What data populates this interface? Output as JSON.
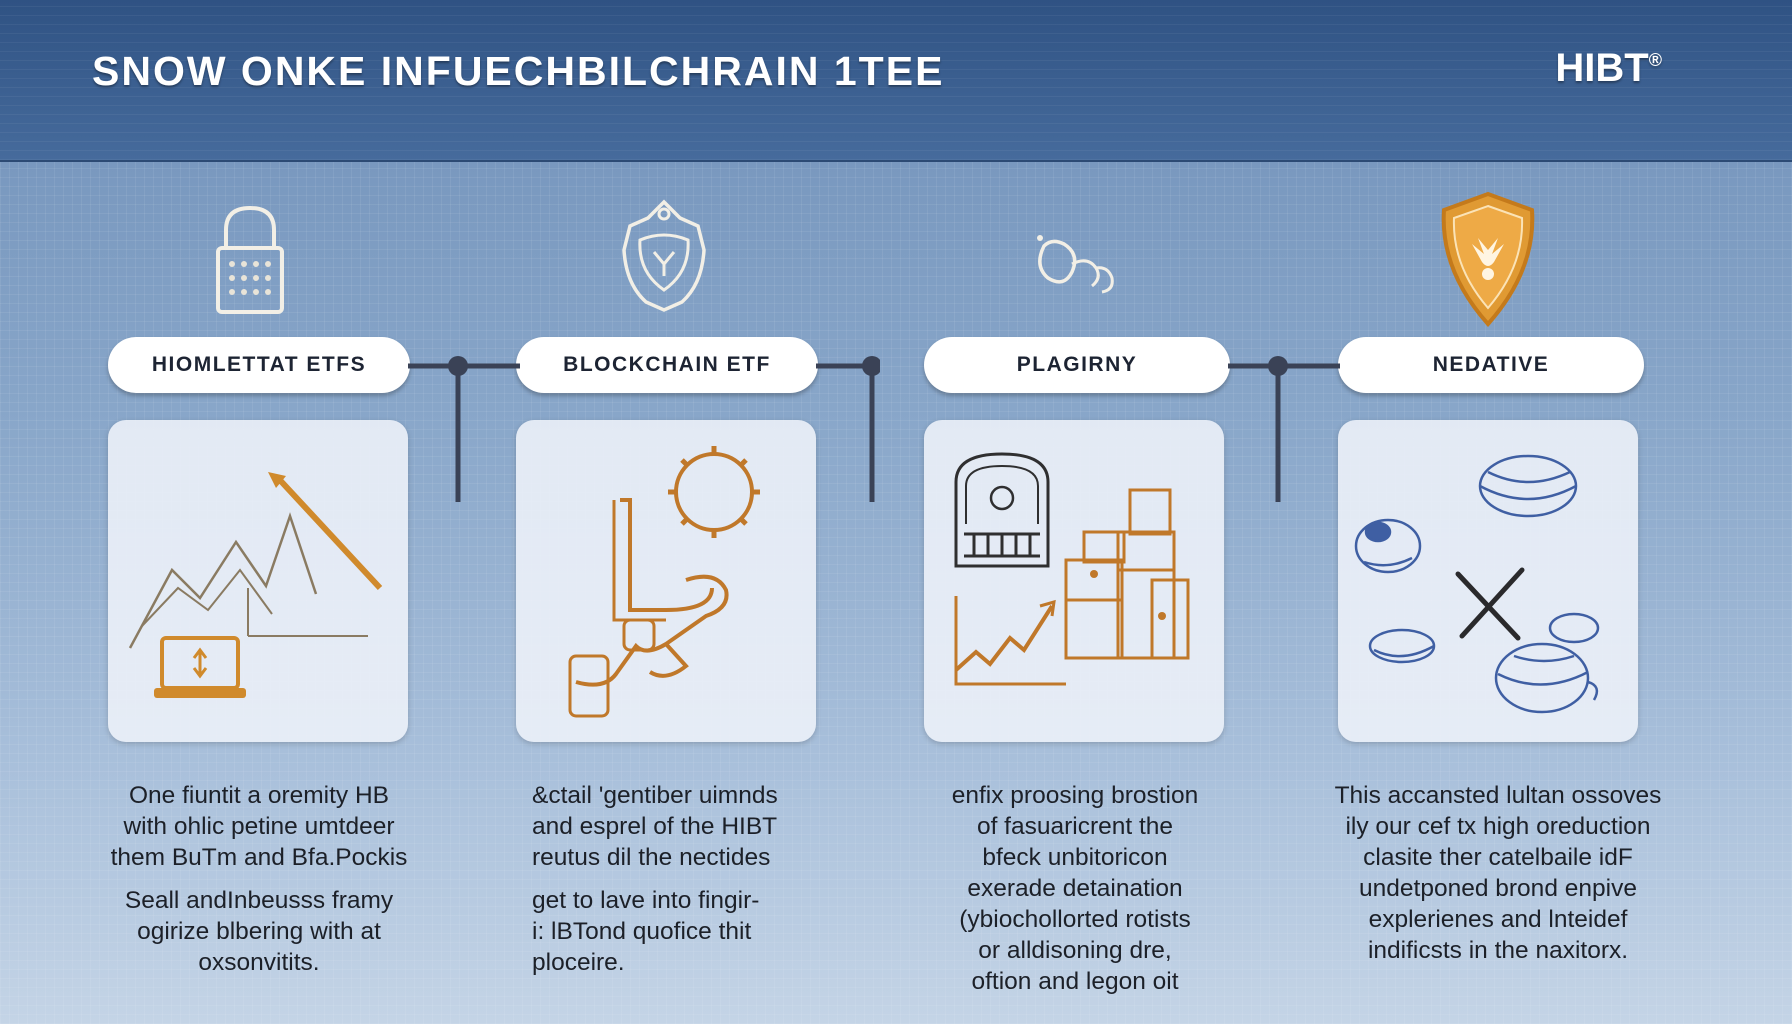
{
  "header": {
    "title": "SNOW ONKE INFUECHBILCHRAIN 1TEE",
    "brand": "HIBT",
    "brand_mark": "®"
  },
  "columns": [
    {
      "label": "HIOMLETTAT ETFS",
      "icon": "padlock-icon",
      "illustration": "mountain-chart-laptop",
      "paragraphs": [
        [
          "One fiuntit a oremity HB",
          "with ohlic petine umtdeer",
          "them BuTm and Bfa.Pockis"
        ],
        [
          "Seall andInbeusss framy",
          "ogirize blbering with at",
          "oxsonvitits."
        ]
      ]
    },
    {
      "label": "BLOCKCHAIN ETF",
      "icon": "crest-icon",
      "illustration": "chain-gear",
      "paragraphs": [
        [
          "&ctail 'gentiber uimnds",
          "and esprel of the HIBT",
          "reutus dil the nectides"
        ],
        [
          "get to lave into fingir-",
          "i: lBTond quofice thit",
          "ploceire."
        ]
      ]
    },
    {
      "label": "PLAGIRNY",
      "icon": "swirl-icon",
      "illustration": "buildings-chart",
      "paragraphs": [
        [
          "enfix proosing brostion",
          "of fasuaricrent the",
          "bfeck unbitoricon",
          "exerade detaination",
          "(ybiochollorted rotists",
          "or alldisoning dre,",
          "oftion and legon oit"
        ]
      ]
    },
    {
      "label": "NEDATIVE",
      "icon": "shield-icon",
      "illustration": "planets-cross",
      "paragraphs": [
        [
          "This accansted lultan ossoves",
          "ily our cef tx high oreduction",
          "clasite ther catelbaile idF",
          "undetponed brond enpive",
          "explerienes and lnteidef",
          "indificsts in the naxitorx."
        ]
      ]
    }
  ],
  "colors": {
    "header_bg": "#34578a",
    "accent_orange": "#d08a2c",
    "sketch_blue": "#3f5fa3",
    "connector": "#3a4256"
  }
}
